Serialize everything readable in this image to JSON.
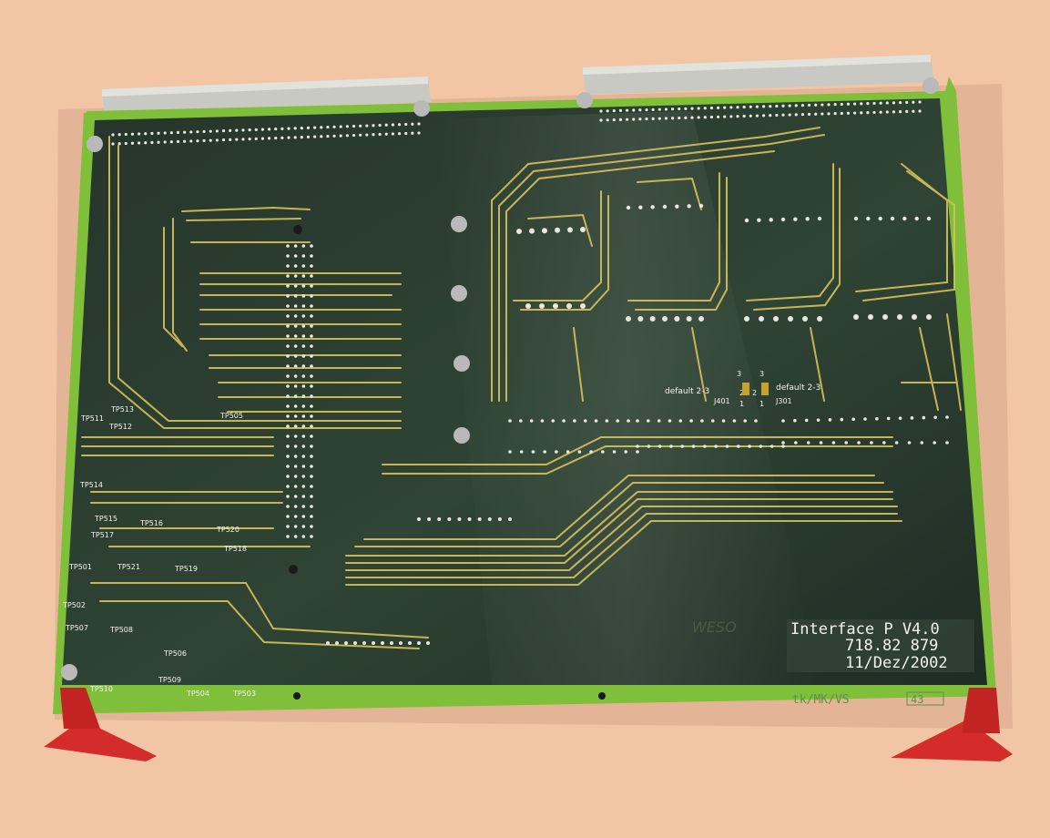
{
  "board": {
    "title": "Interface P V4.0",
    "part_number": "718.82 879",
    "date": "11/Dez/2002",
    "initials": "tk/MK/VS",
    "maker_logo": "WESO",
    "board_number": "43",
    "jumper_left": {
      "label": "default 2-3",
      "name": "J401",
      "pins": [
        "3",
        "2",
        "1"
      ]
    },
    "jumper_right": {
      "label": "default 2-3",
      "name": "J301",
      "pins": [
        "3",
        "2",
        "1"
      ]
    }
  },
  "test_points": [
    {
      "id": "tp513",
      "label": "TP513"
    },
    {
      "id": "tp511",
      "label": "TP511"
    },
    {
      "id": "tp512",
      "label": "TP512"
    },
    {
      "id": "tp505",
      "label": "TP505"
    },
    {
      "id": "tp514",
      "label": "TP514"
    },
    {
      "id": "tp515",
      "label": "TP515"
    },
    {
      "id": "tp516",
      "label": "TP516"
    },
    {
      "id": "tp517",
      "label": "TP517"
    },
    {
      "id": "tp520",
      "label": "TP520"
    },
    {
      "id": "tp518",
      "label": "TP518"
    },
    {
      "id": "tp501",
      "label": "TP501"
    },
    {
      "id": "tp521",
      "label": "TP521"
    },
    {
      "id": "tp519",
      "label": "TP519"
    },
    {
      "id": "tp502",
      "label": "TP502"
    },
    {
      "id": "tp507",
      "label": "TP507"
    },
    {
      "id": "tp508",
      "label": "TP508"
    },
    {
      "id": "tp506",
      "label": "TP506"
    },
    {
      "id": "tp509",
      "label": "TP509"
    },
    {
      "id": "tp510",
      "label": "TP510"
    },
    {
      "id": "tp504",
      "label": "TP504"
    },
    {
      "id": "tp503",
      "label": "TP503"
    }
  ],
  "colors": {
    "background": "#f2c6a5",
    "board_edge": "#7fbf3a",
    "solder_mask": "#2a3a2e",
    "trace": "#d8c25a",
    "silkscreen": "#f4f4f0",
    "connector": "#c9c9c4",
    "ejector": "#d42c2c"
  }
}
